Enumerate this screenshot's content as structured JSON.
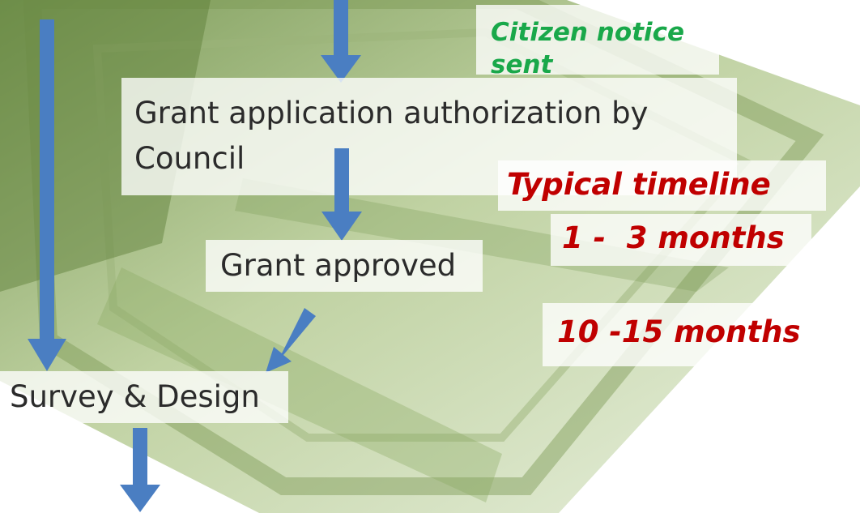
{
  "steps": {
    "grant_authorization_line1": "Grant application authorization by",
    "grant_authorization_line2": "Council",
    "grant_approved": "Grant approved",
    "survey_design": "Survey & Design"
  },
  "notes": {
    "citizen_notice_line1": "Citizen notice",
    "citizen_notice_line2": "sent",
    "typical_timeline": "Typical timeline",
    "range_short": "1 -  3 months",
    "range_long": "10 -15 months"
  },
  "colors": {
    "arrow": "#4a7ec2",
    "note_green": "#19a84a",
    "note_red": "#c00000",
    "background_tint": "#8aa860"
  }
}
